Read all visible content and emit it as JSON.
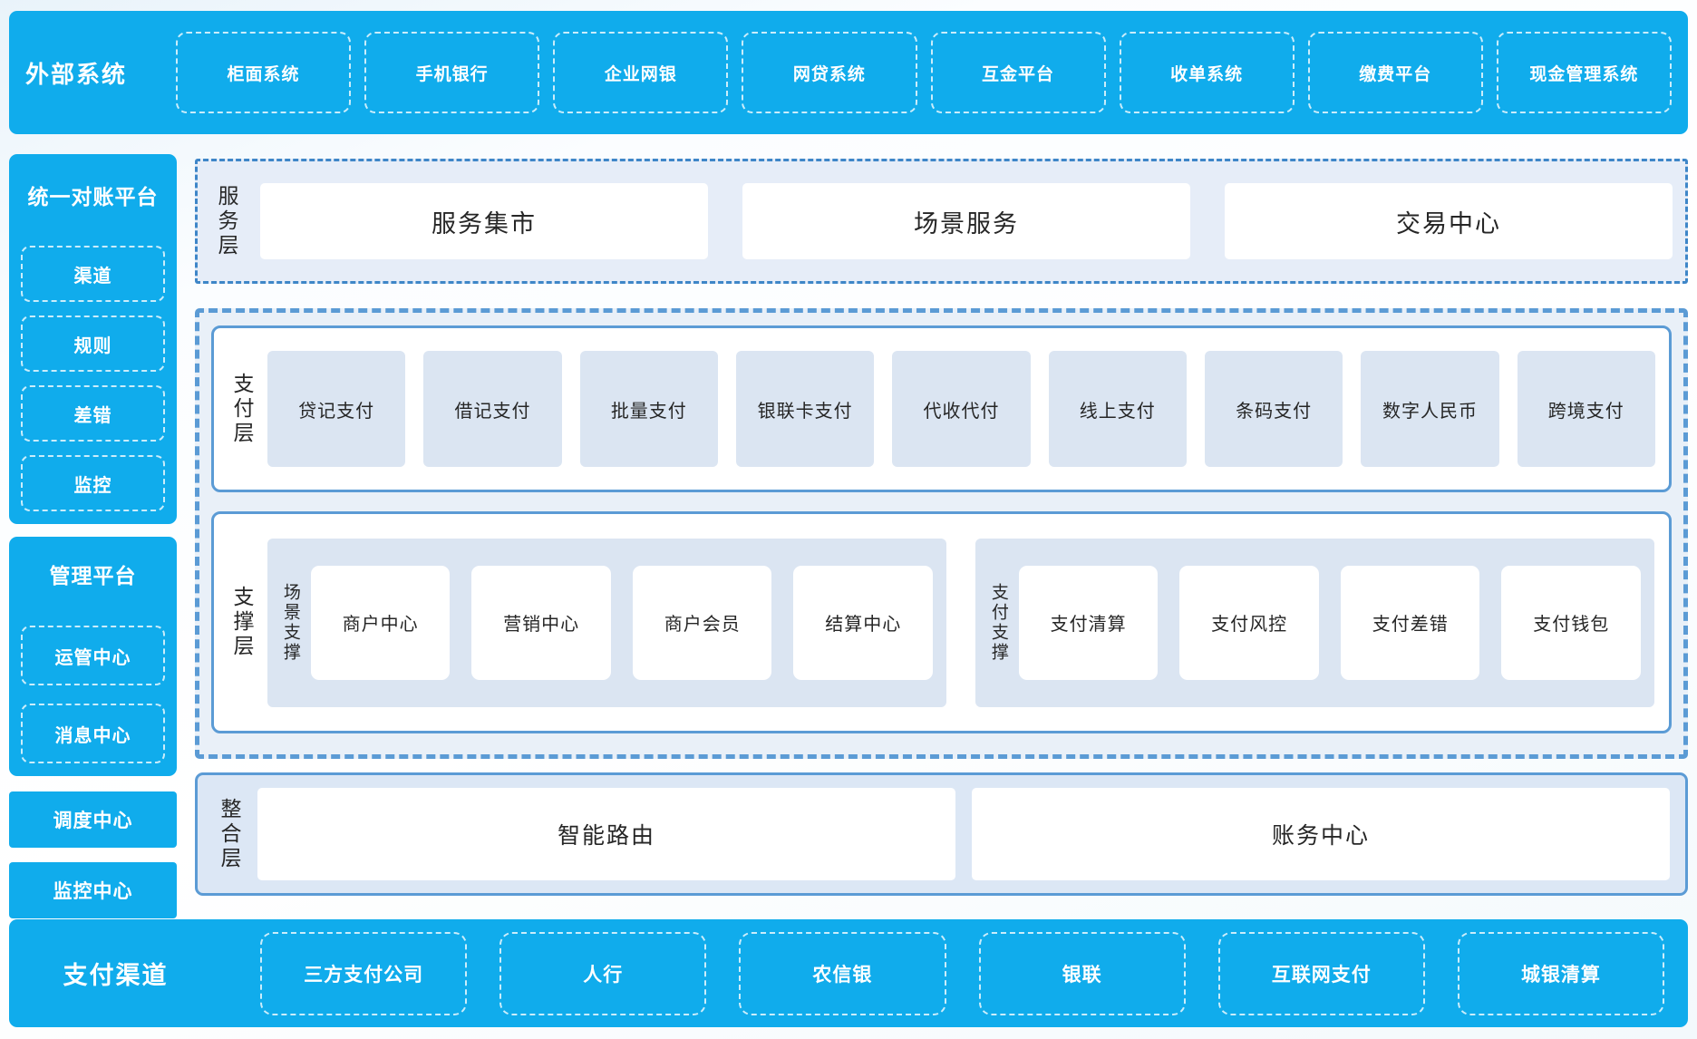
{
  "colors": {
    "bright_blue": "#10ACEC",
    "solid_border_blue": "#5B9BD5",
    "dashdot_border_blue": "#3E86C8",
    "light_panel_bg": "#E6EDF8",
    "light_item_bg": "#DBE5F2",
    "dark_text": "#262626"
  },
  "top_bar": {
    "title": "外部系统",
    "items": [
      "柜面系统",
      "手机银行",
      "企业网银",
      "网贷系统",
      "互金平台",
      "收单系统",
      "缴费平台",
      "现金管理系统"
    ]
  },
  "sidebar": {
    "panel1": {
      "title": "统一对账平台",
      "items": [
        "渠道",
        "规则",
        "差错",
        "监控"
      ]
    },
    "panel2": {
      "title": "管理平台",
      "items": [
        "运管中心",
        "消息中心"
      ]
    },
    "block1": "调度中心",
    "block2": "监控中心"
  },
  "service_layer": {
    "label": "服务层",
    "boxes": [
      "服务集市",
      "场景服务",
      "交易中心"
    ]
  },
  "payment_layer": {
    "label": "支付层",
    "items": [
      "贷记支付",
      "借记支付",
      "批量支付",
      "银联卡支付",
      "代收代付",
      "线上支付",
      "条码支付",
      "数字人民币",
      "跨境支付"
    ]
  },
  "support_layer": {
    "label": "支撑层",
    "group1": {
      "label": "场景支撑",
      "items": [
        "商户中心",
        "营销中心",
        "商户会员",
        "结算中心"
      ]
    },
    "group2": {
      "label": "支付支撑",
      "items": [
        "支付清算",
        "支付风控",
        "支付差错",
        "支付钱包"
      ]
    }
  },
  "integration_layer": {
    "label": "整合层",
    "boxes": [
      "智能路由",
      "账务中心"
    ]
  },
  "bottom_bar": {
    "title": "支付渠道",
    "items": [
      "三方支付公司",
      "人行",
      "农信银",
      "银联",
      "互联网支付",
      "城银清算"
    ]
  }
}
